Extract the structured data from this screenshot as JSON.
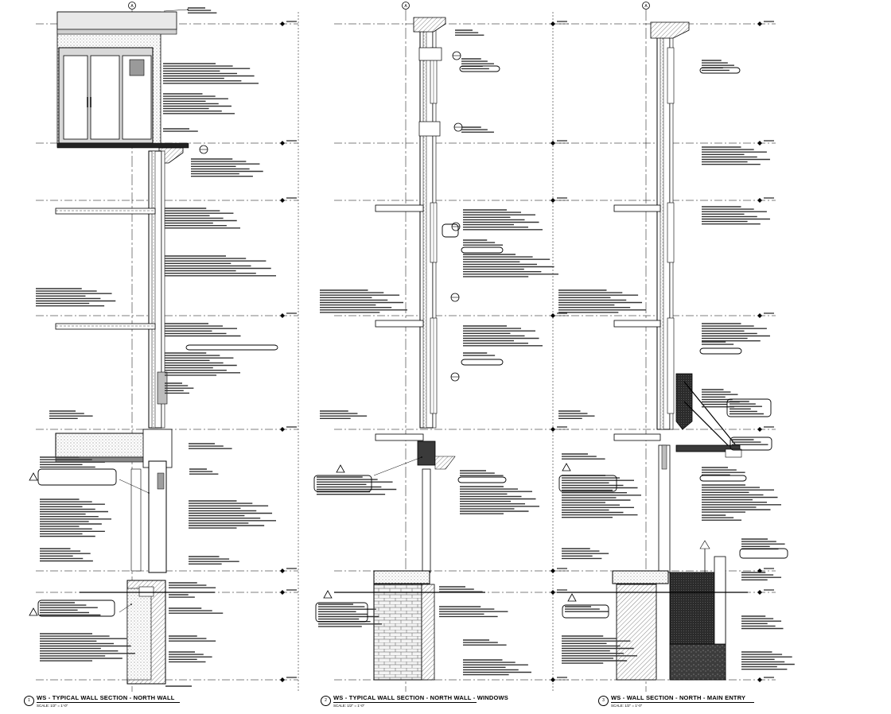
{
  "sheet": {
    "gridline_marker": "A",
    "sections": [
      {
        "title": "WS - TYPICAL WALL SECTION - NORTH WALL",
        "scale": "SCALE: 1/2\" = 1'-0\""
      },
      {
        "title": "WS - TYPICAL WALL SECTION - NORTH WALL - WINDOWS",
        "scale": "SCALE: 1/2\" = 1'-0\""
      },
      {
        "title": "WS - WALL SECTION - NORTH - MAIN ENTRY",
        "scale": "SCALE: 1/2\" = 1'-0\""
      }
    ]
  }
}
